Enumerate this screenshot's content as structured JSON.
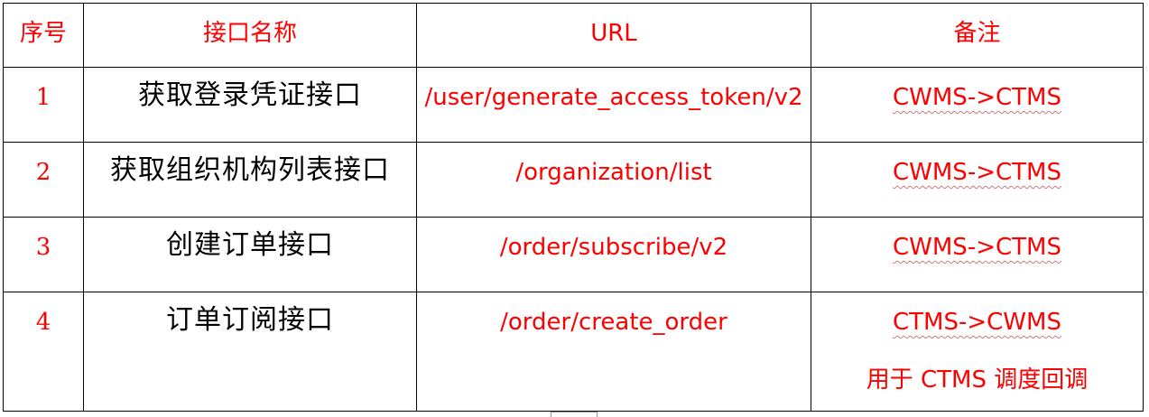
{
  "table": {
    "headers": {
      "index": "序号",
      "name": "接口名称",
      "url": "URL",
      "note": "备注"
    },
    "rows": [
      {
        "index": "1",
        "name": "获取登录凭证接口",
        "url": "/user/generate_access_token/v2",
        "note": "CWMS->CTMS",
        "note_extra": ""
      },
      {
        "index": "2",
        "name": "获取组织机构列表接口",
        "url": "/organization/list",
        "note": "CWMS->CTMS",
        "note_extra": ""
      },
      {
        "index": "3",
        "name": "创建订单接口",
        "url": "/order/subscribe/v2",
        "note": "CWMS->CTMS",
        "note_extra": ""
      },
      {
        "index": "4",
        "name": "订单订阅接口",
        "url": "/order/create_order",
        "note": "CTMS->CWMS",
        "note_extra": "用于 CTMS 调度回调"
      }
    ]
  },
  "colors": {
    "accent_red": "#ff0000",
    "text_black": "#000000",
    "border": "#000000",
    "spellcheck_underline": "#c97b7b"
  }
}
